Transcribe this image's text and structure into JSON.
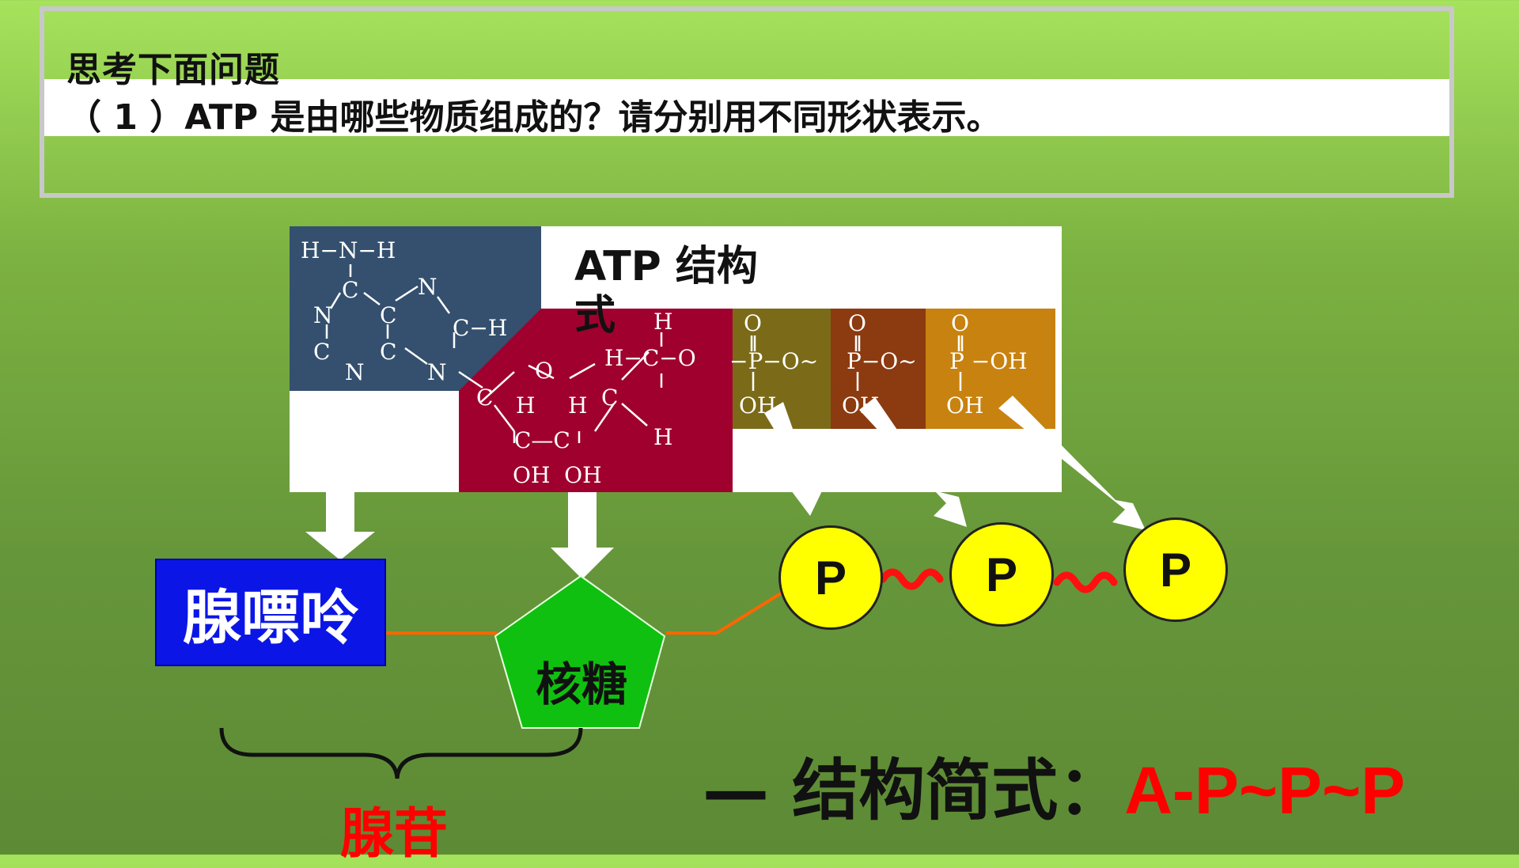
{
  "question": {
    "heading": "思考下面问题",
    "text": "（ 1 ）ATP 是由哪些物质组成的？请分别用不同形状表示。"
  },
  "structure": {
    "title": "ATP 结构式",
    "adenine_atoms": {
      "nh2": "H−N−H",
      "c1": "C",
      "n1": "N",
      "c2": "C",
      "n2": "N",
      "c3": "C",
      "ch": "C−H",
      "n3": "N",
      "c4": "C",
      "n4": "N",
      "n5": "N"
    },
    "ribose_atoms": {
      "h_top": "H",
      "hco": "H−C−O",
      "o_ring": "O",
      "c_left": "C",
      "c_right": "C",
      "h1": "H",
      "h2": "H",
      "h3": "H",
      "cc": "C—C",
      "oh": "OH  OH"
    },
    "phosphate_atoms": {
      "p1_o": "O",
      "p1": "−P−O~",
      "p1_oh": "OH",
      "p2_o": "O",
      "p2": "P−O~",
      "p2_oh": "OH",
      "p3_o": "O",
      "p3": "P −OH",
      "p3_oh": "OH"
    }
  },
  "components": {
    "adenine": "腺嘌呤",
    "ribose": "核糖",
    "phosphate": [
      "P",
      "P",
      "P"
    ],
    "adenosine": "腺苷"
  },
  "formula": {
    "label": "— 结构简式：",
    "value": "A-P~P~P"
  },
  "colors": {
    "adenine_box": "#0b16e6",
    "ribose": "#10c010",
    "phosphate": "#ffff00",
    "highlight_red": "#ff0000",
    "adenine_block": "#34506e",
    "ribose_block": "#a0002e",
    "phos1_block": "#7b6b18",
    "phos2_block": "#8c3a10",
    "phos3_block": "#c8820f"
  }
}
